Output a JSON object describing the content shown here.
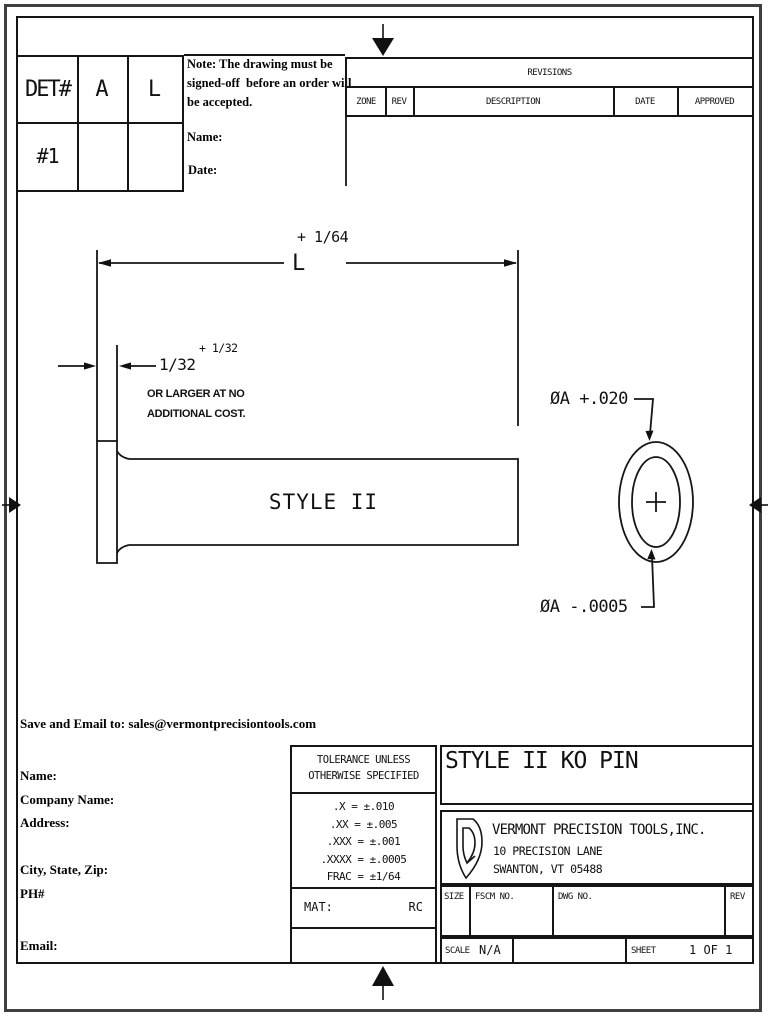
{
  "det_table": {
    "headers": [
      "DET#",
      "A",
      "L"
    ],
    "row": [
      "#1",
      "",
      ""
    ]
  },
  "note": {
    "line1": "Note: The drawing must be",
    "line2": "signed-off  before an order will",
    "line3": "be accepted.",
    "name_label": "Name:",
    "date_label": "Date:"
  },
  "revisions": {
    "title": "REVISIONS",
    "columns": [
      "ZONE",
      "REV",
      "DESCRIPTION",
      "DATE",
      "APPROVED"
    ]
  },
  "drawing": {
    "dim_length_tol": "+ 1/64",
    "dim_length_label": "L",
    "dim_head_tol": "+ 1/32",
    "dim_head_label": "1/32",
    "head_note_line1": "OR LARGER AT NO",
    "head_note_line2": "ADDITIONAL COST.",
    "pin_label": "STYLE II",
    "dia_upper": "ØA +.020",
    "dia_lower": "ØA -.0005"
  },
  "form": {
    "save_line": "Save and Email to: sales@vermontprecisiontools.com",
    "fields": [
      "Name:",
      "Company Name:",
      "Address:",
      "City, State, Zip:",
      "PH#",
      "Email:"
    ]
  },
  "tolerance_block": {
    "header_line1": "TOLERANCE UNLESS",
    "header_line2": "OTHERWISE SPECIFIED",
    "items": [
      ".X = ±.010",
      ".XX = ±.005",
      ".XXX = ±.001",
      ".XXXX = ±.0005",
      "FRAC = ±1/64"
    ],
    "mat_label": "MAT:",
    "mat_value": "RC"
  },
  "title_block": {
    "title": "STYLE II KO PIN",
    "company": "VERMONT PRECISION TOOLS,INC.",
    "address1": "10 PRECISION LANE",
    "address2": "SWANTON, VT 05488",
    "size_label": "SIZE",
    "fscm_label": "FSCM NO.",
    "dwg_label": "DWG NO.",
    "rev_label": "REV",
    "scale_label": "SCALE",
    "scale_value": "N/A",
    "sheet_label": "SHEET",
    "sheet_value": "1 OF 1"
  },
  "colors": {
    "line": "#151515",
    "outer_border": "#3f3f3f"
  }
}
